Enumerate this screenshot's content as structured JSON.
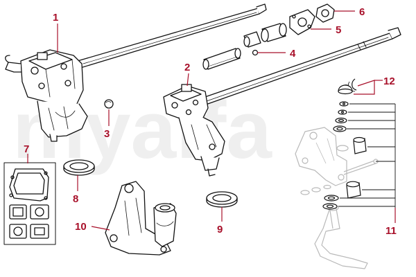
{
  "watermark": "myalfa",
  "colors": {
    "label": "#a8102a",
    "leader": "#a8102a",
    "line": "#111111",
    "faded": "#b9b9b9",
    "watermark": "#efefef"
  },
  "labels": [
    {
      "id": "label-1",
      "text": "1"
    },
    {
      "id": "label-2",
      "text": "2"
    },
    {
      "id": "label-3",
      "text": "3"
    },
    {
      "id": "label-4",
      "text": "4"
    },
    {
      "id": "label-5",
      "text": "5"
    },
    {
      "id": "label-6",
      "text": "6"
    },
    {
      "id": "label-7",
      "text": "7"
    },
    {
      "id": "label-8",
      "text": "8"
    },
    {
      "id": "label-9",
      "text": "9"
    },
    {
      "id": "label-10",
      "text": "10"
    },
    {
      "id": "label-11",
      "text": "11"
    },
    {
      "id": "label-12",
      "text": "12"
    }
  ]
}
